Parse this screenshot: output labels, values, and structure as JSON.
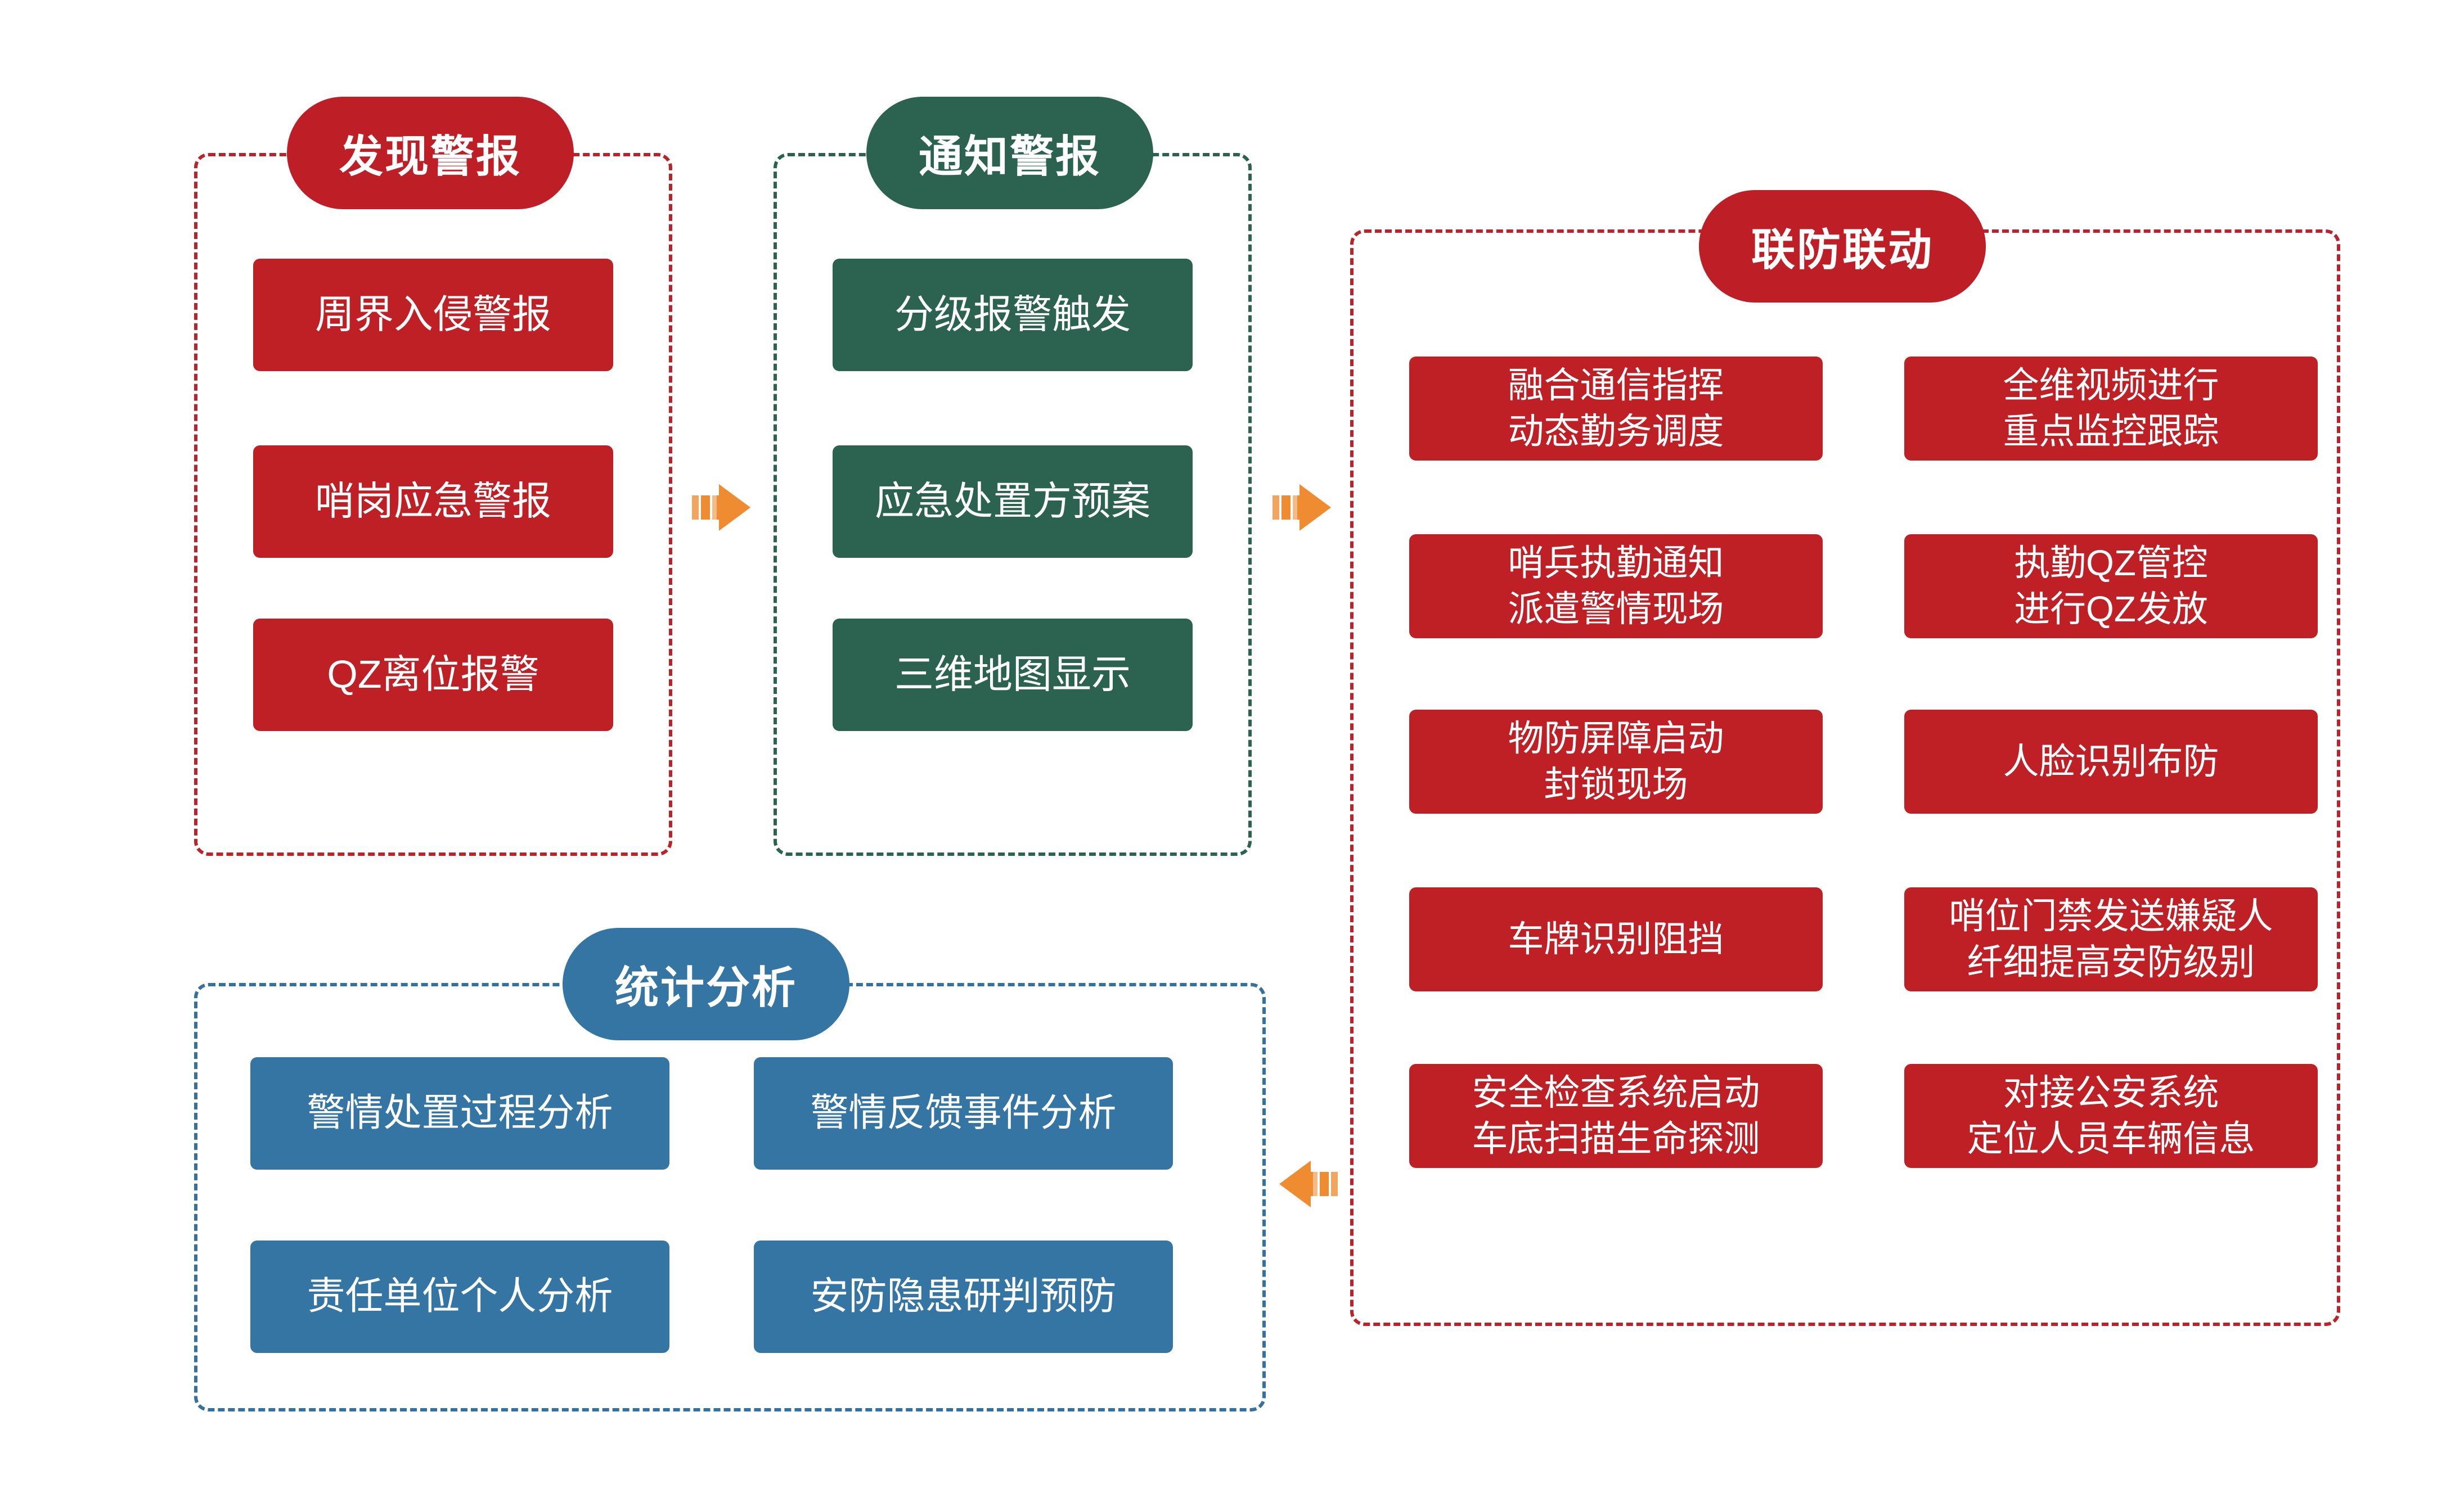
{
  "diagram": {
    "accent_colors": {
      "red": "#BE2026",
      "red_pill": "#BE1E26",
      "red_dash": "#B9242B",
      "green": "#2B6350",
      "blue": "#3575A3",
      "blue_dash": "#35719E",
      "arrow_orange": "#EF8B31",
      "text": "#FFFFFF",
      "background": "#FFFFFF"
    },
    "panels": [
      {
        "key": "discover_alarm",
        "title": "发现警报",
        "color": "red",
        "items": [
          "周界入侵警报",
          "哨岗应急警报",
          "QZ离位报警"
        ]
      },
      {
        "key": "notify_alarm",
        "title": "通知警报",
        "color": "green",
        "items": [
          "分级报警触发",
          "应急处置方预案",
          "三维地图显示"
        ]
      },
      {
        "key": "joint_defense",
        "title": "联防联动",
        "color": "red",
        "items_left": [
          "融合通信指挥\n动态勤务调度",
          "哨兵执勤通知\n派遣警情现场",
          "物防屏障启动\n封锁现场",
          "车牌识别阻挡",
          "安全检查系统启动\n车底扫描生命探测"
        ],
        "items_right": [
          "全维视频进行\n重点监控跟踪",
          "执勤QZ管控\n进行QZ发放",
          "人脸识别布防",
          "哨位门禁发送嫌疑人\n纤细提高安防级别",
          "对接公安系统\n定位人员车辆信息"
        ]
      },
      {
        "key": "statistics_analysis",
        "title": "统计分析",
        "color": "blue",
        "items_left": [
          "警情处置过程分析",
          "责任单位个人分析"
        ],
        "items_right": [
          "警情反馈事件分析",
          "安防隐患研判预防"
        ]
      }
    ],
    "arrows": [
      {
        "key": "discover-to-notify",
        "direction": "right",
        "icon": "arrow-right-icon"
      },
      {
        "key": "notify-to-joint",
        "direction": "right",
        "icon": "arrow-right-icon"
      },
      {
        "key": "joint-to-statistics",
        "direction": "left",
        "icon": "arrow-left-icon"
      }
    ]
  }
}
